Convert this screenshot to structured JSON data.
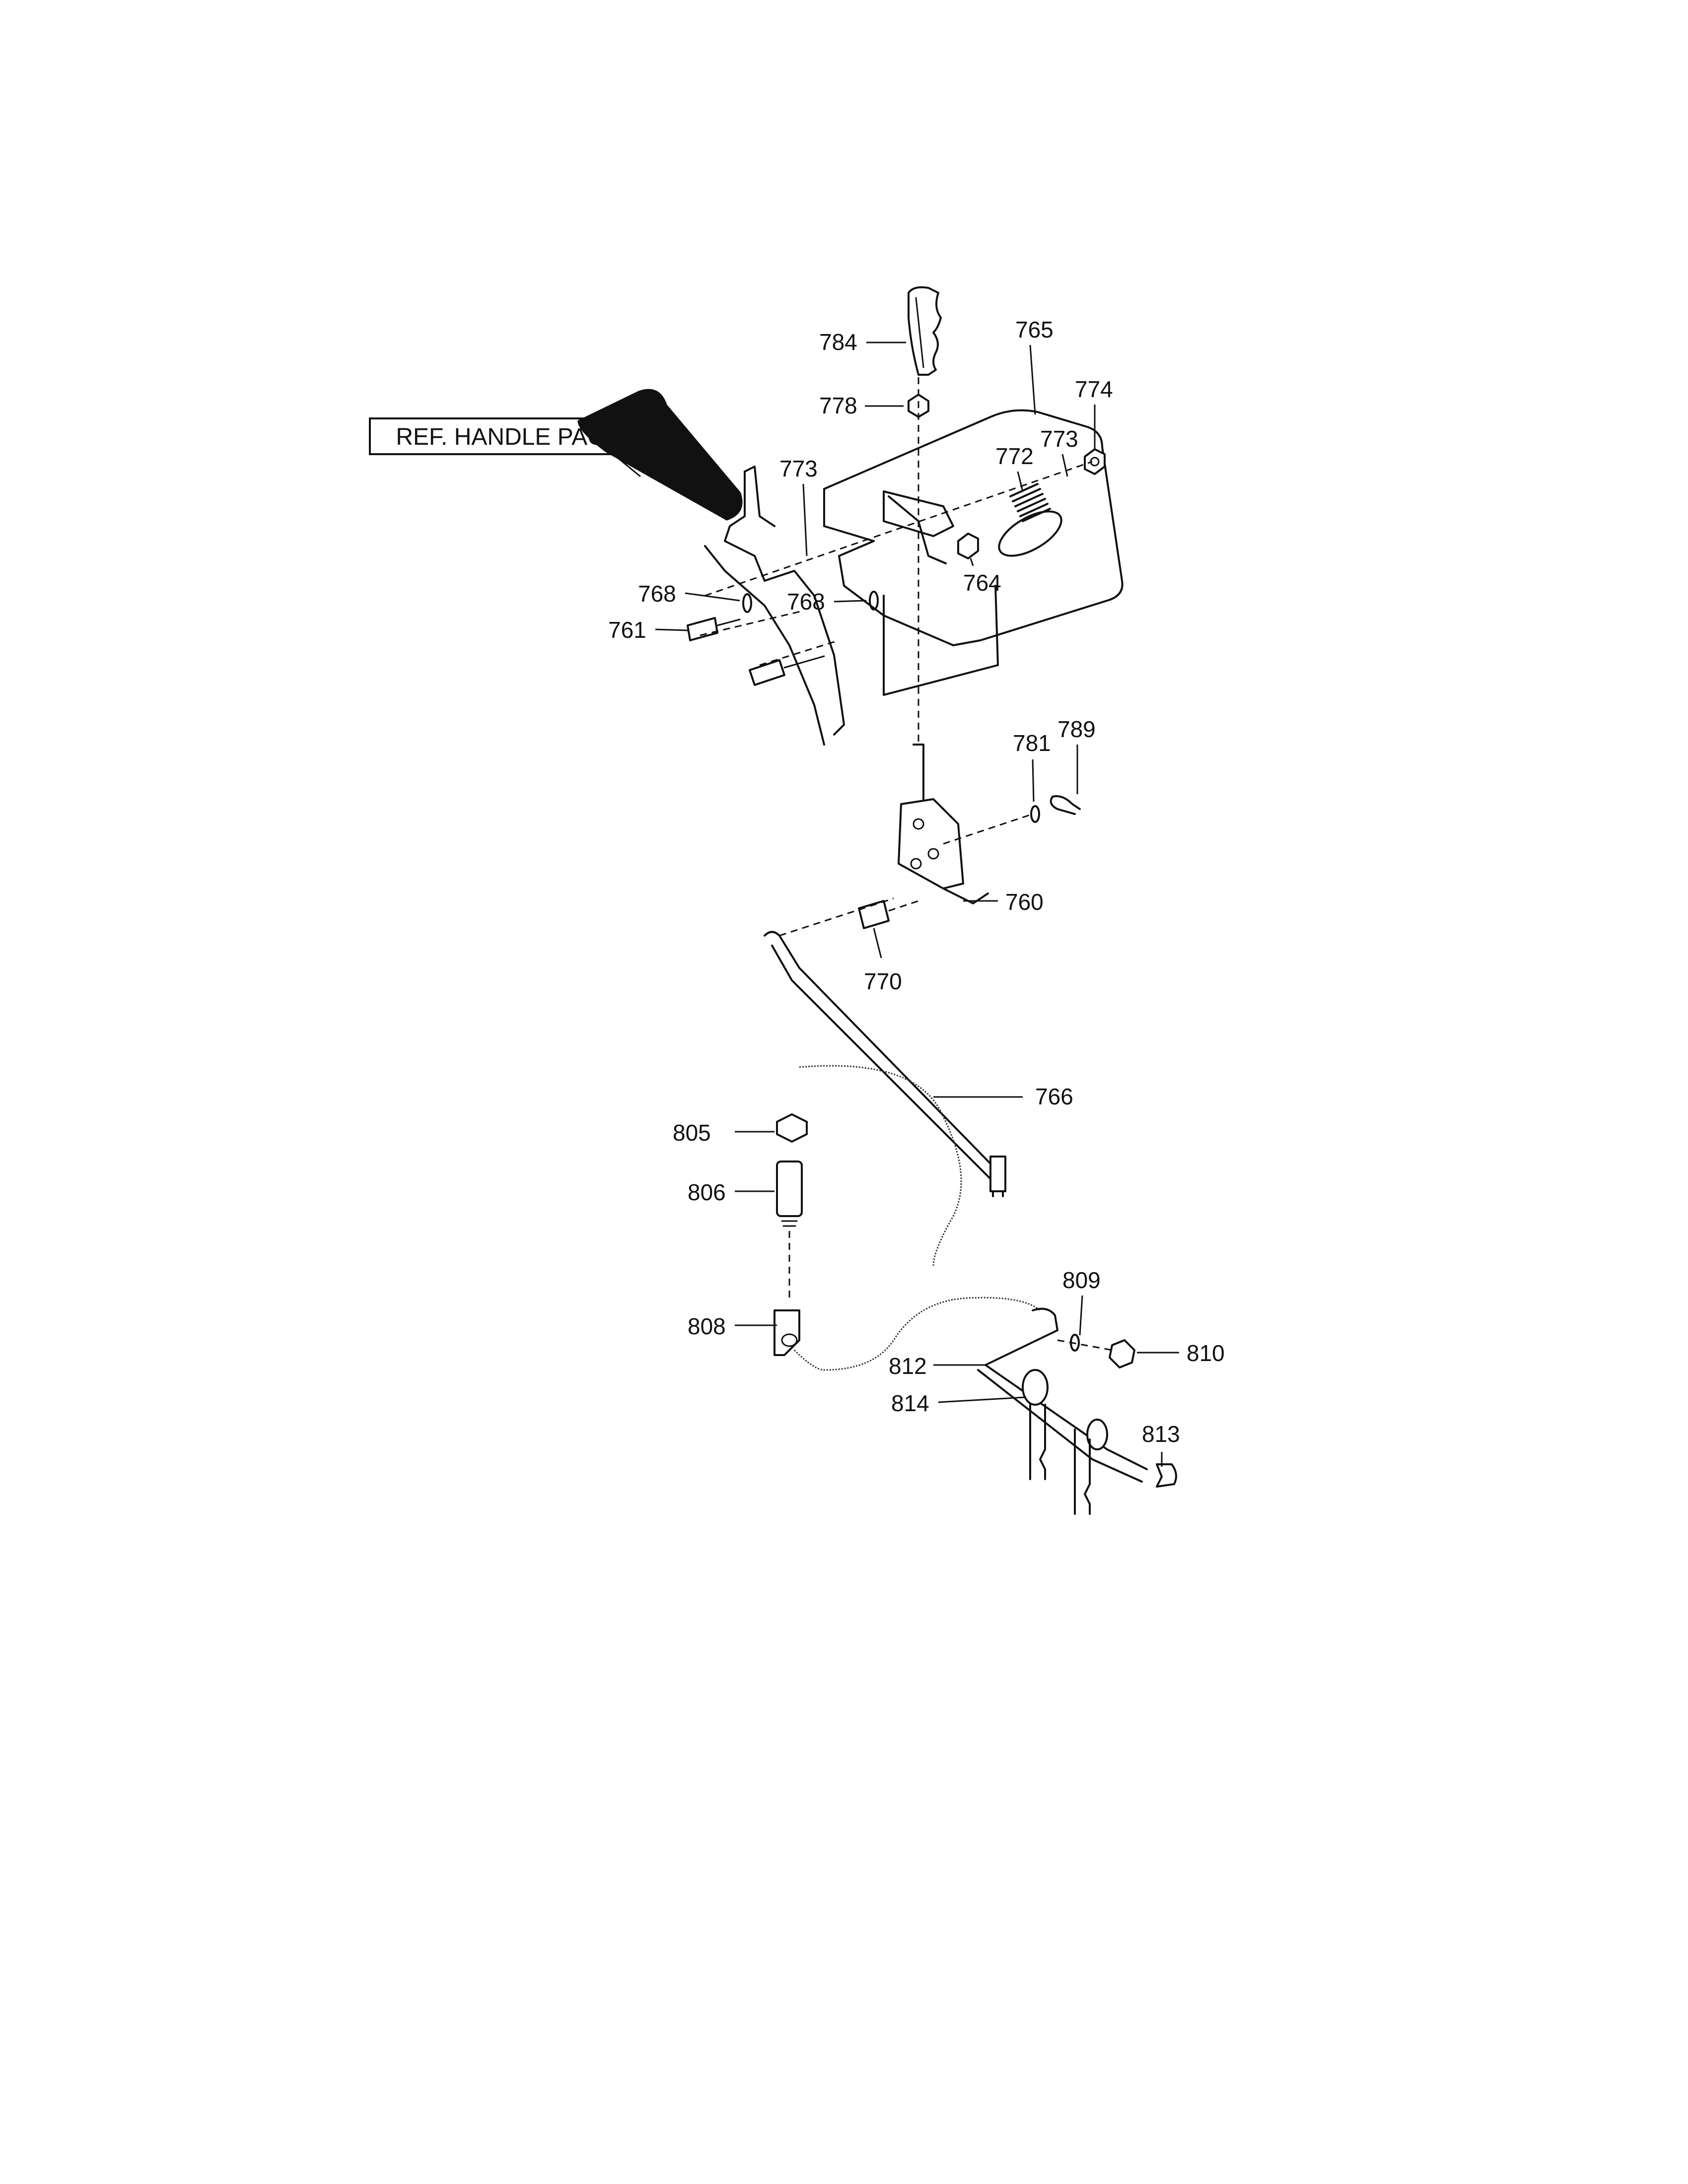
{
  "reference_box": {
    "text": "REF. HANDLE PAGE"
  },
  "callouts": [
    "784",
    "765",
    "778",
    "774",
    "773",
    "772",
    "773",
    "764",
    "768",
    "768",
    "761",
    "781",
    "789",
    "760",
    "770",
    "766",
    "805",
    "806",
    "808",
    "809",
    "810",
    "812",
    "814",
    "813"
  ]
}
